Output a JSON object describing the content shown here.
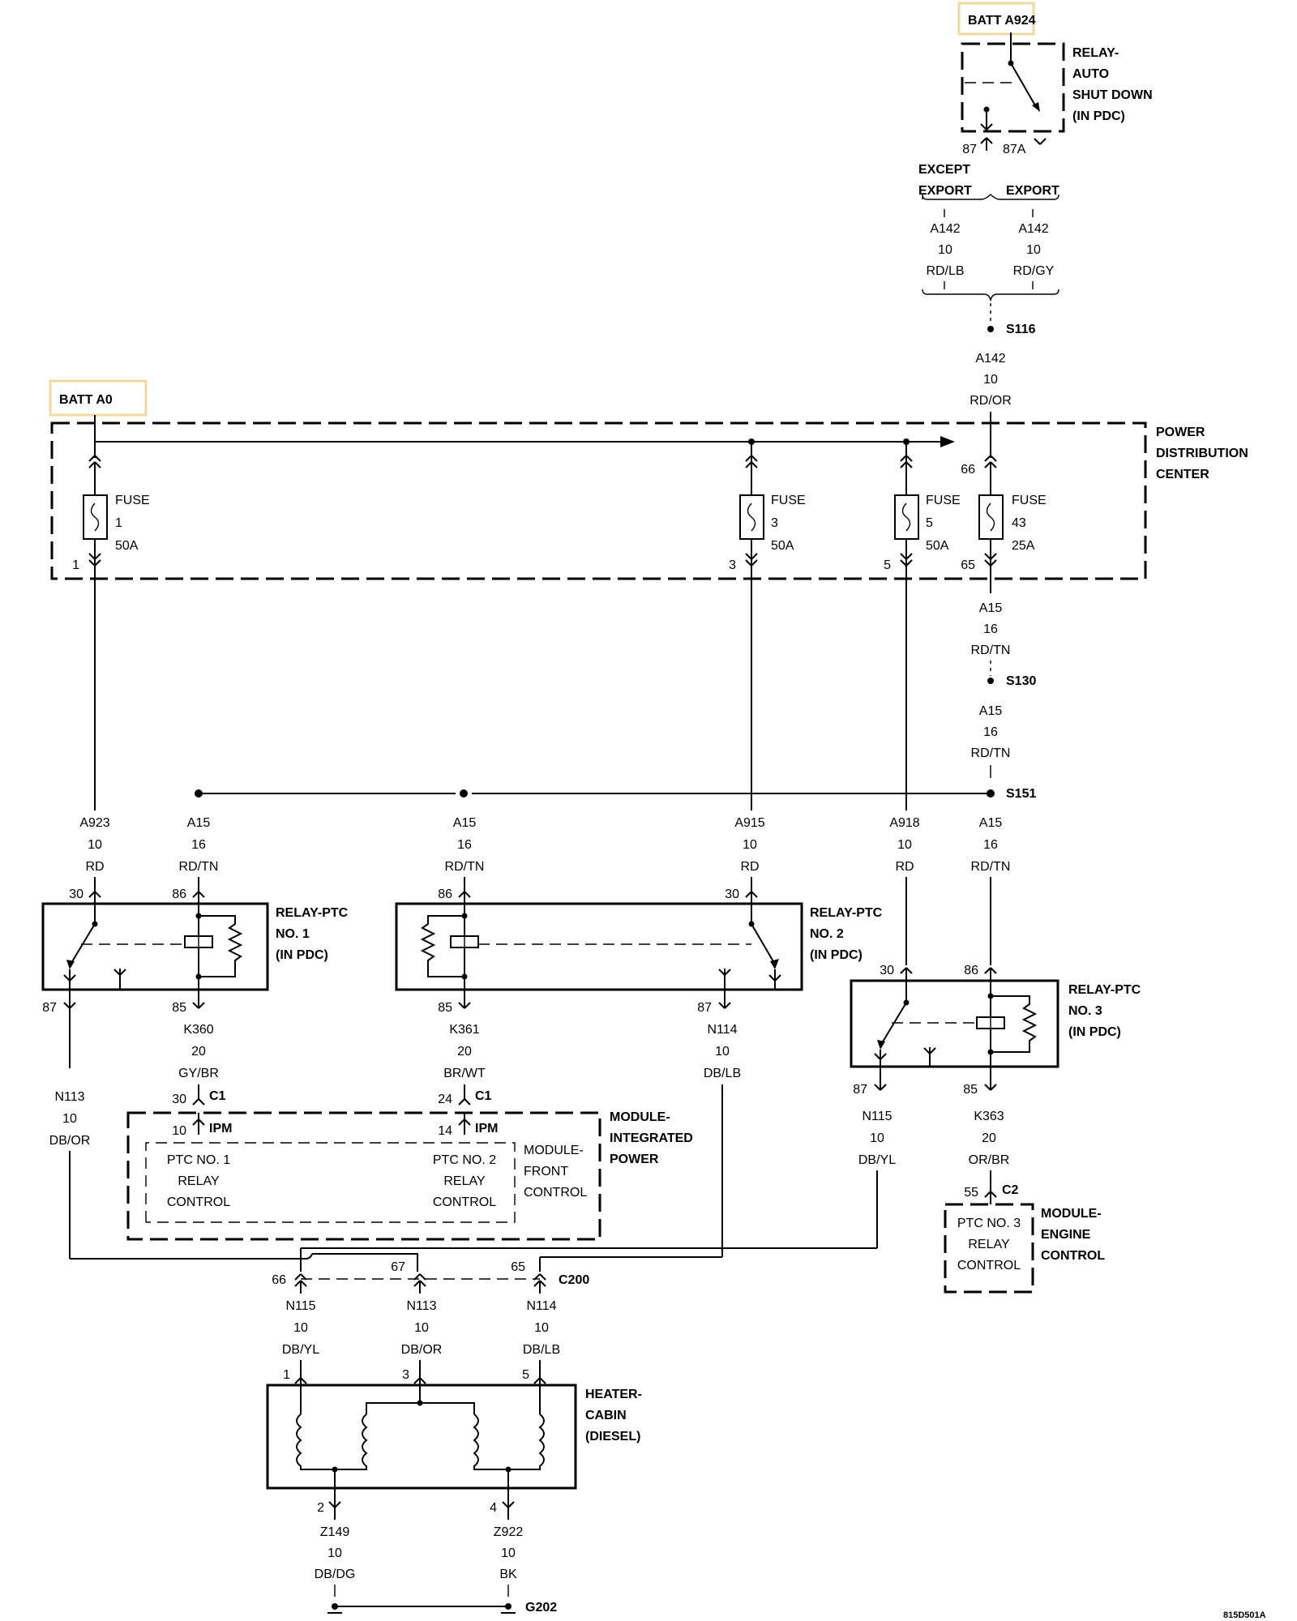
{
  "batteries": {
    "a924": "BATT A924",
    "a0": "BATT A0"
  },
  "asd_relay": {
    "name": [
      "RELAY-",
      "AUTO",
      "SHUT DOWN",
      "(IN PDC)"
    ],
    "pin_87": "87",
    "pin_87a": "87A"
  },
  "variants": {
    "except_export": [
      "EXCEPT",
      "EXPORT"
    ],
    "export": "EXPORT"
  },
  "wires": {
    "a142_except": [
      "A142",
      "10",
      "RD/LB"
    ],
    "a142_export": [
      "A142",
      "10",
      "RD/GY"
    ],
    "a142_main": [
      "A142",
      "10",
      "RD/OR"
    ],
    "a15_pdc_out": [
      "A15",
      "16",
      "RD/TN"
    ],
    "a15_s130_out": [
      "A15",
      "16",
      "RD/TN"
    ],
    "a923": [
      "A923",
      "10",
      "RD"
    ],
    "a15_r1": [
      "A15",
      "16",
      "RD/TN"
    ],
    "a15_r2": [
      "A15",
      "16",
      "RD/TN"
    ],
    "a915": [
      "A915",
      "10",
      "RD"
    ],
    "a918": [
      "A918",
      "10",
      "RD"
    ],
    "a15_r3": [
      "A15",
      "16",
      "RD/TN"
    ],
    "k360": [
      "K360",
      "20",
      "GY/BR"
    ],
    "k361": [
      "K361",
      "20",
      "BR/WT"
    ],
    "n114_r2": [
      "N114",
      "10",
      "DB/LB"
    ],
    "n113_r1": [
      "N113",
      "10",
      "DB/OR"
    ],
    "n115_r3": [
      "N115",
      "10",
      "DB/YL"
    ],
    "k363": [
      "K363",
      "20",
      "OR/BR"
    ],
    "n115_c": [
      "N115",
      "10",
      "DB/YL"
    ],
    "n113_c": [
      "N113",
      "10",
      "DB/OR"
    ],
    "n114_c": [
      "N114",
      "10",
      "DB/LB"
    ],
    "z149": [
      "Z149",
      "10",
      "DB/DG"
    ],
    "z922": [
      "Z922",
      "10",
      "BK"
    ]
  },
  "splices": {
    "s116": "S116",
    "s130": "S130",
    "s151": "S151",
    "g202": "G202"
  },
  "pdc": {
    "name": [
      "POWER",
      "DISTRIBUTION",
      "CENTER"
    ],
    "fuse1": {
      "label": [
        "FUSE",
        "1",
        "50A"
      ],
      "pin": "1"
    },
    "fuse3": {
      "label": [
        "FUSE",
        "3",
        "50A"
      ],
      "pin": "3"
    },
    "fuse5": {
      "label": [
        "FUSE",
        "5",
        "50A"
      ],
      "pin": "5"
    },
    "fuse43": {
      "label": [
        "FUSE",
        "43",
        "25A"
      ],
      "pin_in": "66",
      "pin_out": "65"
    }
  },
  "relay_ptc1": {
    "name": [
      "RELAY-PTC",
      "NO. 1",
      "(IN PDC)"
    ],
    "pins": {
      "p30": "30",
      "p86": "86",
      "p87": "87",
      "p85": "85"
    }
  },
  "relay_ptc2": {
    "name": [
      "RELAY-PTC",
      "NO. 2",
      "(IN PDC)"
    ],
    "pins": {
      "p86": "86",
      "p30": "30",
      "p85": "85",
      "p87": "87"
    }
  },
  "relay_ptc3": {
    "name": [
      "RELAY-PTC",
      "NO. 3",
      "(IN PDC)"
    ],
    "pins": {
      "p30": "30",
      "p86": "86",
      "p87": "87",
      "p85": "85"
    }
  },
  "ipm": {
    "name": [
      "MODULE-",
      "INTEGRATED",
      "POWER"
    ],
    "c1_pin30": "30",
    "c1_pin24": "24",
    "c1": "C1",
    "ipm_pin10": "10",
    "ipm_pin14": "14",
    "ipm": "IPM",
    "ptc1_ctrl": [
      "PTC NO. 1",
      "RELAY",
      "CONTROL"
    ],
    "ptc2_ctrl": [
      "PTC NO. 2",
      "RELAY",
      "CONTROL"
    ],
    "fcm": [
      "MODULE-",
      "FRONT",
      "CONTROL"
    ]
  },
  "ecm": {
    "name": [
      "MODULE-",
      "ENGINE",
      "CONTROL"
    ],
    "pin": "55",
    "conn": "C2",
    "ctrl": [
      "PTC NO. 3",
      "RELAY",
      "CONTROL"
    ]
  },
  "c200": {
    "name": "C200",
    "pins": [
      "66",
      "67",
      "65"
    ]
  },
  "heater": {
    "name": [
      "HEATER-",
      "CABIN",
      "(DIESEL)"
    ],
    "pins_in": [
      "1",
      "3",
      "5"
    ],
    "pins_out": [
      "2",
      "4"
    ]
  },
  "figure_id": "815D501A"
}
